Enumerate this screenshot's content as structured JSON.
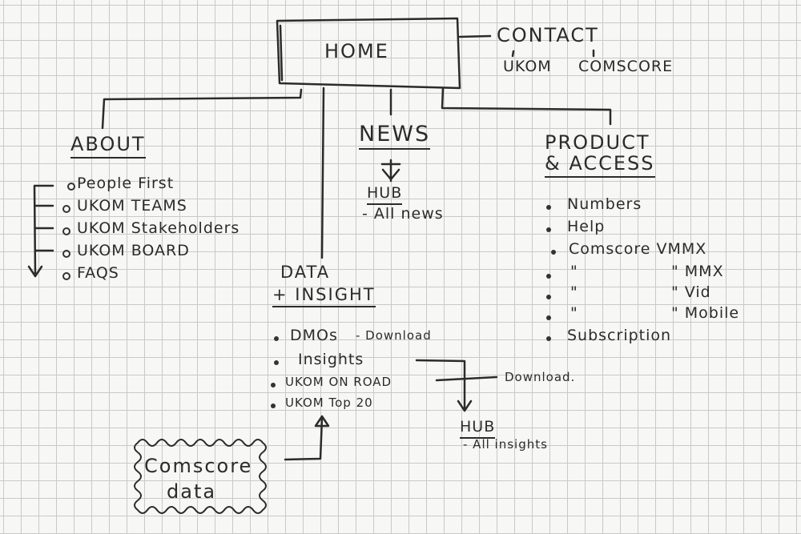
{
  "diagram": {
    "home": "HOME",
    "contact": {
      "title": "CONTACT",
      "items": [
        "UKOM",
        "COMSCORE"
      ]
    },
    "about": {
      "title": "ABOUT",
      "items": [
        "People First",
        "UKOM TEAMS",
        "UKOM Stakeholders",
        "UKOM BOARD",
        "FAQS"
      ]
    },
    "news": {
      "title": "NEWS",
      "hub": "HUB",
      "hub_item": "- All news"
    },
    "product_access": {
      "title_line1": "PRODUCT",
      "title_line2": "& ACCESS",
      "items": [
        "Numbers",
        "Help",
        "Comscore VMMX"
      ],
      "ditto": "\"",
      "sub_left": [
        "\"",
        "\"",
        "\""
      ],
      "sub_right": [
        "\" MMX",
        "\" Vid",
        "\" Mobile"
      ],
      "last": "Subscription"
    },
    "data_insight": {
      "title_line1": "DATA",
      "title_line2": "+ INSIGHT",
      "items": [
        "DMOs",
        "Insights",
        "UKOM ON ROAD",
        "UKOM Top 20"
      ],
      "dmos_note": "- Download",
      "road_note": "Download."
    },
    "insights_hub": {
      "title": "HUB",
      "item": "- All insights"
    },
    "comscore": {
      "line1": "Comscore",
      "line2": "data"
    }
  }
}
